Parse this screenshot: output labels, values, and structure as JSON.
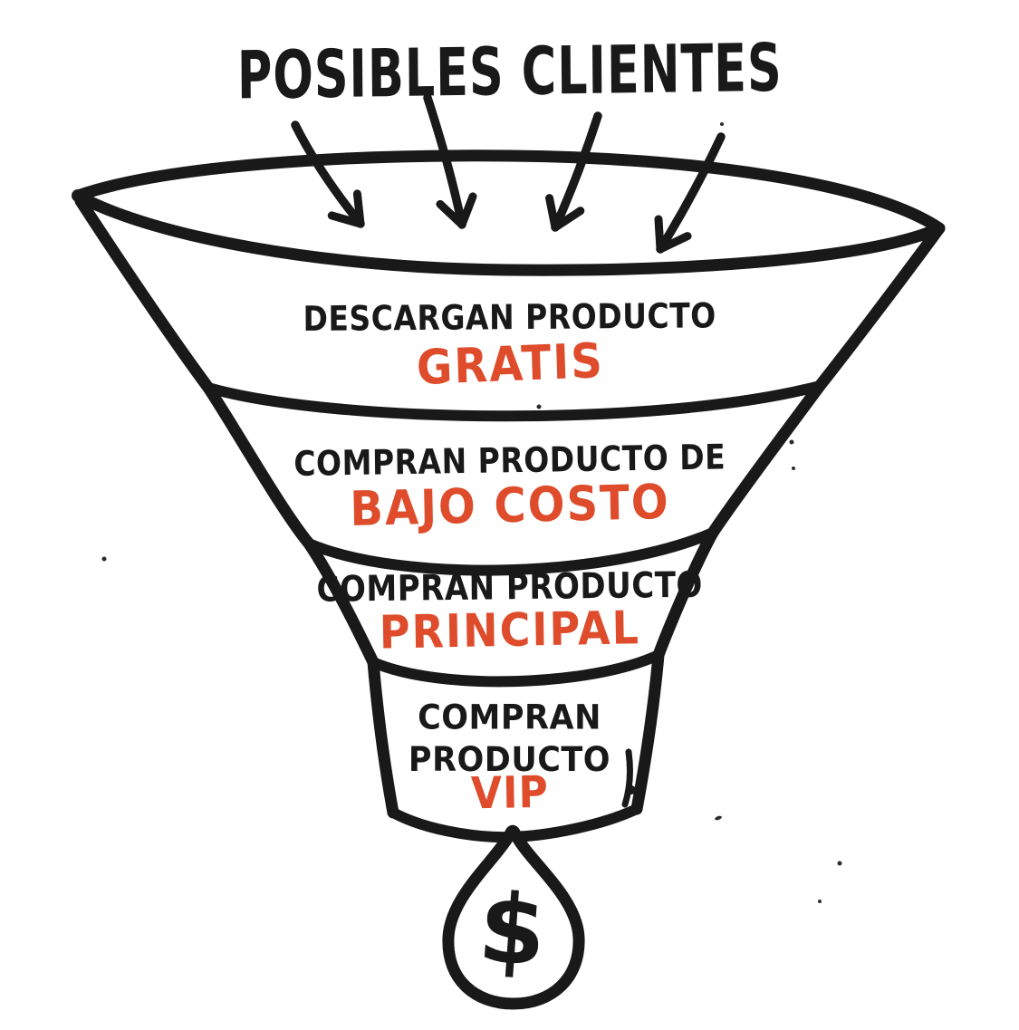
{
  "title": "POSIBLES CLIENTES",
  "colors": {
    "ink": "#191919",
    "accent": "#de4c2b",
    "background": "#ffffff"
  },
  "funnel": {
    "tiers": [
      {
        "label": "DESCARGAN PRODUCTO",
        "highlight": "GRATIS"
      },
      {
        "label": "COMPRAN PRODUCTO DE",
        "highlight": "BAJO COSTO"
      },
      {
        "label": "COMPRAN PRODUCTO",
        "highlight": "PRINCIPAL"
      },
      {
        "label": "COMPRAN PRODUCTO",
        "highlight": "VIP"
      }
    ],
    "inflow_arrow_count": 4,
    "outlet_symbol": "$"
  },
  "icons": {
    "inflow_arrows": "curved-down-arrow",
    "outlet": "money-drop"
  }
}
